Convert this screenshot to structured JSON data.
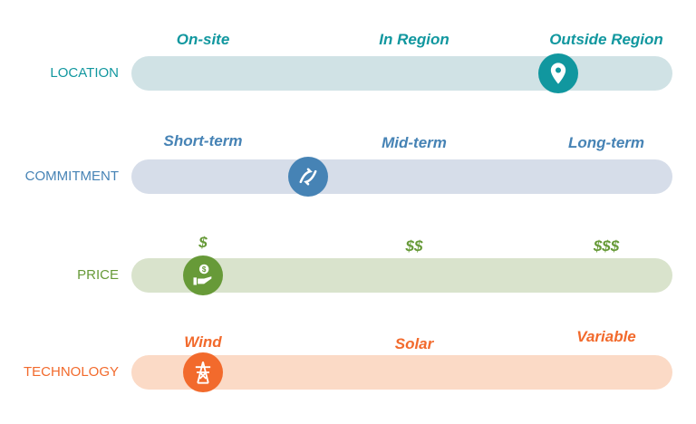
{
  "rows": [
    {
      "label": "LOCATION",
      "color": "#11979f",
      "bar_color": "#d0e2e5",
      "options": [
        "On-site",
        "In Region",
        "Outside Region"
      ],
      "icon": "map-pin-icon",
      "position": 0.88
    },
    {
      "label": "COMMITMENT",
      "color": "#4683b5",
      "bar_color": "#d6dde9",
      "options": [
        "Short-term",
        "Mid-term",
        "Long-term"
      ],
      "icon": "handshake-icon",
      "position": 0.26
    },
    {
      "label": "PRICE",
      "color": "#679a38",
      "bar_color": "#d9e3cc",
      "options": [
        "$",
        "$$",
        "$$$"
      ],
      "icon": "money-hand-icon",
      "position": 0.0
    },
    {
      "label": "TECHNOLOGY",
      "color": "#f26a2c",
      "bar_color": "#fbdac6",
      "options": [
        "Wind",
        "Solar",
        "Variable"
      ],
      "icon": "transmission-tower-icon",
      "position": 0.0
    }
  ]
}
